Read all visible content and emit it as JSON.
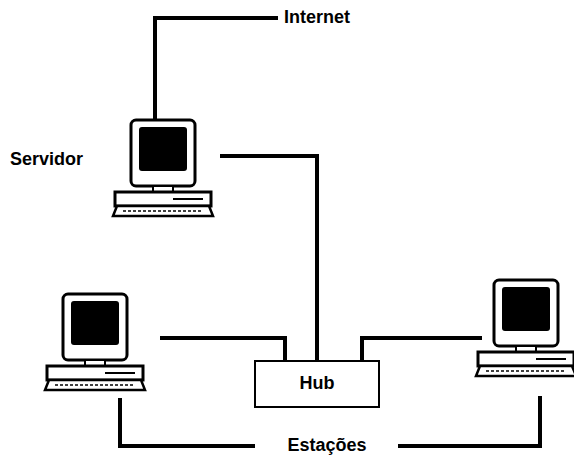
{
  "diagram": {
    "nodes": [
      {
        "text": [
          "Internet"
        ]
      },
      {
        "text": [
          "Servidor"
        ]
      },
      {
        "text": [
          "Hub"
        ]
      }
    ],
    "edges": [
      {
        "from": 0,
        "to": 1,
        "arrow": "none"
      },
      {
        "from": 1,
        "to": 2,
        "arrow": "none"
      }
    ],
    "labels": [
      "Estações"
    ]
  }
}
